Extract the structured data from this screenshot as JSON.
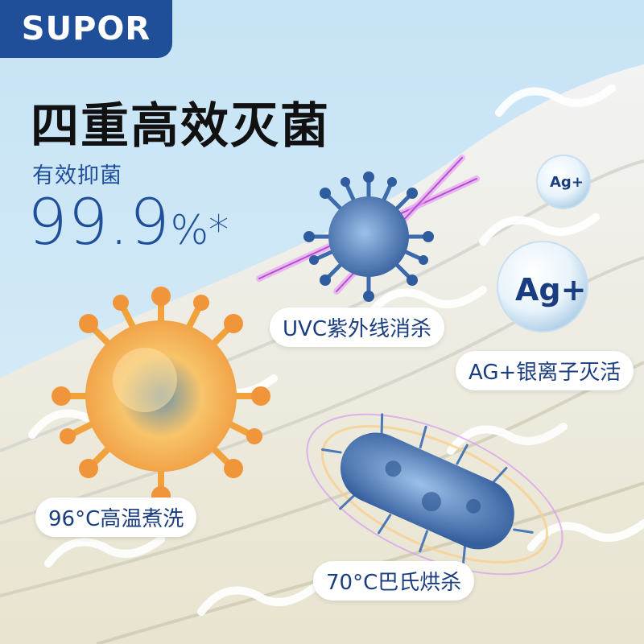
{
  "brand": {
    "logo": "SUPOR"
  },
  "headline": "四重高效灭菌",
  "subtitle": "有效抑菌",
  "rate": {
    "value": "99.9",
    "unit": "%*"
  },
  "features": {
    "uvc": "UVC紫外线消杀",
    "ag": "AG+银离子灭活",
    "boil": "96°C高温煮洗",
    "bake": "70°C巴氏烘杀"
  },
  "ag_bubbles": {
    "small": "Ag+",
    "large": "Ag+"
  },
  "colors": {
    "brand_blue": "#1f4f99",
    "label_text": "#1a3d80",
    "uv_light": "#d86fe6",
    "virus_blue": "#4a78b8",
    "virus_orange": "#f2a23a"
  },
  "icons": [
    "virus-uvc-icon",
    "virus-hot-icon",
    "bacteria-icon",
    "uv-beam-icon",
    "ag-bubble-icon"
  ]
}
